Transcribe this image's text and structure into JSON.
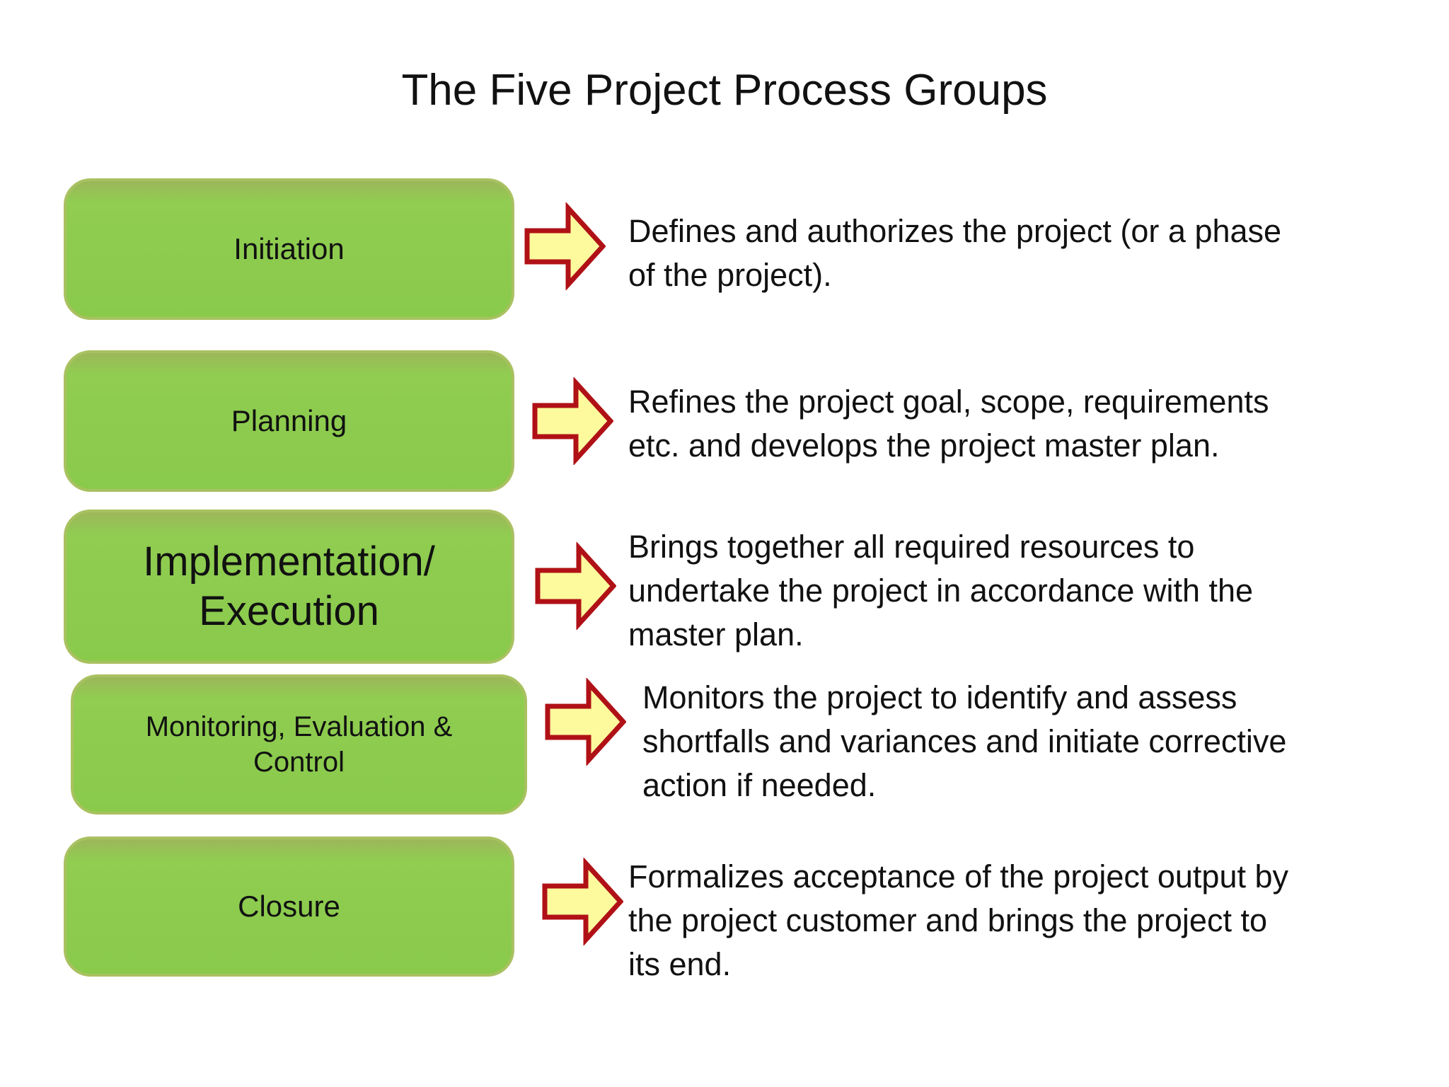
{
  "title": "The Five Project Process Groups",
  "colors": {
    "box_fill": "#8ccb4e",
    "box_fill_top": "#9cb75a",
    "box_border": "#a9c161",
    "arrow_fill": "#fcfa9d",
    "arrow_border": "#b01116",
    "text": "#111111",
    "background": "#ffffff"
  },
  "icons": {
    "arrow": "right-block-arrow"
  },
  "process_groups": [
    {
      "label": "Initiation",
      "description": "Defines and authorizes the project (or a phase\nof the project)."
    },
    {
      "label": "Planning",
      "description": "Refines the project goal, scope, requirements\netc. and develops the project master plan."
    },
    {
      "label": "Implementation/\nExecution",
      "description": "Brings together all required resources to\nundertake the project in accordance with the\nmaster plan."
    },
    {
      "label": "Monitoring, Evaluation &\nControl",
      "description": "Monitors the project to identify and assess\nshortfalls and variances and initiate corrective\naction if needed."
    },
    {
      "label": "Closure",
      "description": "Formalizes acceptance of the project output by\nthe project customer and brings the project to\nits end."
    }
  ]
}
